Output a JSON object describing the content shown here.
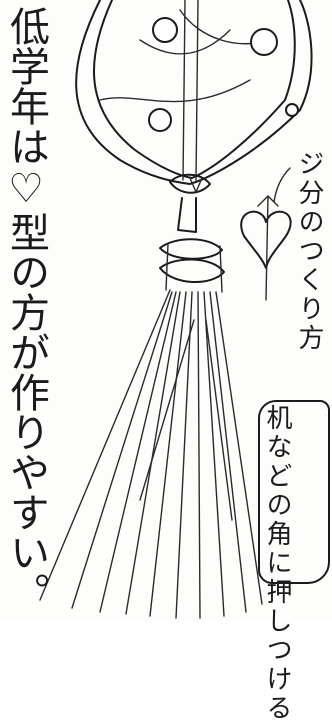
{
  "notes": {
    "left_line": "低学年は♡型の方が作りやすい。",
    "right_main": "ジ分のつくり方",
    "right_box": "机などの角に押しつける"
  }
}
